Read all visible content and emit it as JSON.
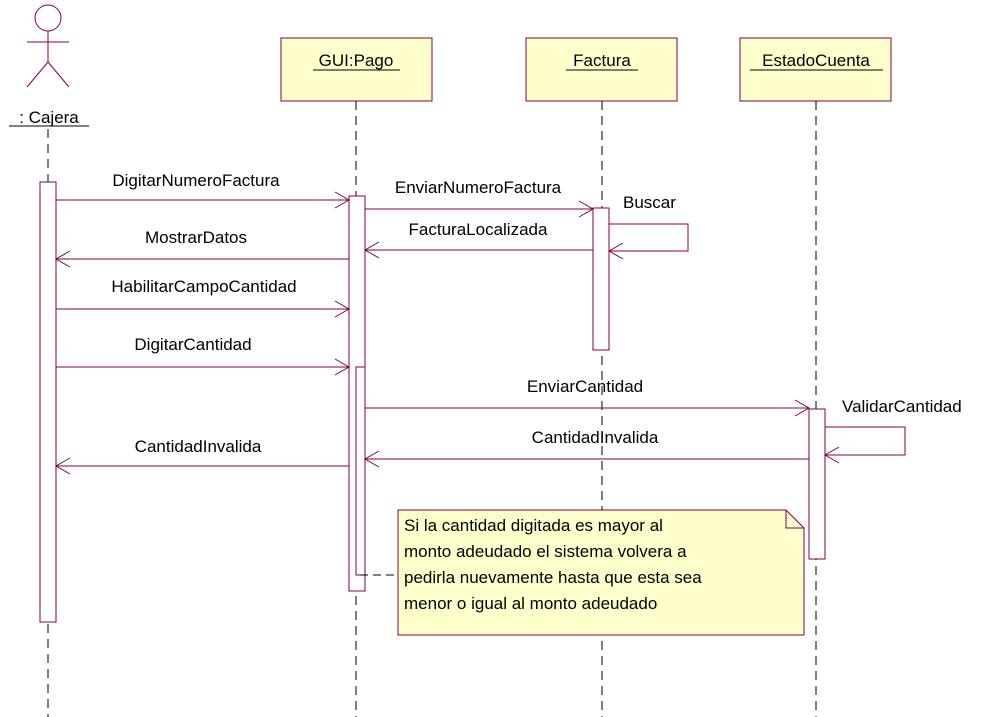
{
  "colors": {
    "line": "#800040",
    "box_fill": "#ffffcc",
    "note_fill": "#ffffcc",
    "lifeline": "#000000",
    "text": "#000000"
  },
  "actor": {
    "name": ": Cajera",
    "icon": "stick-figure-icon"
  },
  "objects": [
    {
      "id": "gui",
      "name": "GUI:Pago"
    },
    {
      "id": "factura",
      "name": "Factura"
    },
    {
      "id": "estado",
      "name": "EstadoCuenta"
    }
  ],
  "messages": [
    {
      "label": "DigitarNumeroFactura",
      "from": "Cajera",
      "to": "GUI:Pago"
    },
    {
      "label": "EnviarNumeroFactura",
      "from": "GUI:Pago",
      "to": "Factura"
    },
    {
      "label": "Buscar",
      "from": "Factura",
      "to": "Factura"
    },
    {
      "label": "FacturaLocalizada",
      "from": "Factura",
      "to": "GUI:Pago"
    },
    {
      "label": "MostrarDatos",
      "from": "GUI:Pago",
      "to": "Cajera"
    },
    {
      "label": "HabilitarCampoCantidad",
      "from": "Cajera",
      "to": "GUI:Pago"
    },
    {
      "label": "DigitarCantidad",
      "from": "Cajera",
      "to": "GUI:Pago"
    },
    {
      "label": "EnviarCantidad",
      "from": "GUI:Pago",
      "to": "EstadoCuenta"
    },
    {
      "label": "ValidarCantidad",
      "from": "EstadoCuenta",
      "to": "EstadoCuenta"
    },
    {
      "label": "CantidadInvalida",
      "from": "EstadoCuenta",
      "to": "GUI:Pago"
    },
    {
      "label": "CantidadInvalida",
      "from": "GUI:Pago",
      "to": "Cajera"
    }
  ],
  "note": {
    "lines": [
      "Si la cantidad digitada es mayor al",
      "monto adeudado el sistema volvera a",
      "pedirla nuevamente hasta que esta sea",
      "menor o igual al monto adeudado"
    ]
  }
}
